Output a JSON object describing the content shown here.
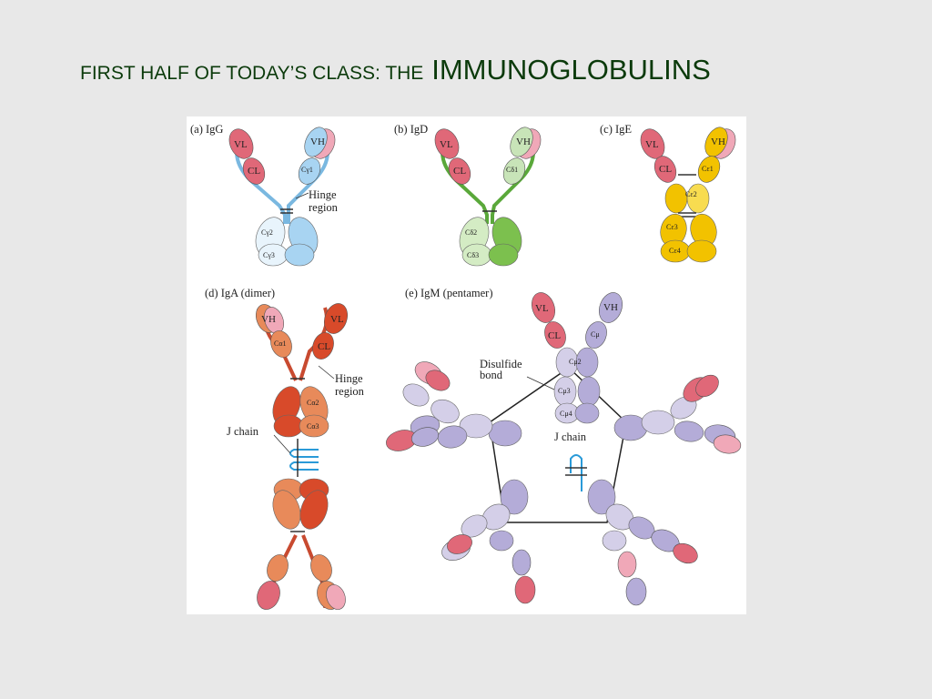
{
  "slide": {
    "title_prefix": "FIRST HALF OF TODAY’S CLASS:  THE",
    "title_main": "IMMUNOGLOBULINS",
    "title_color": "#0b3a0b"
  },
  "figure": {
    "panels": {
      "a": {
        "caption": "(a) IgG",
        "domains": [
          "VL",
          "CL",
          "VH",
          "Cγ1",
          "Cγ2",
          "Cγ3"
        ],
        "hinge": [
          "Hinge",
          "region"
        ],
        "heavy_color": "#a8d4f2",
        "light_color": "#e06878"
      },
      "b": {
        "caption": "(b) IgD",
        "domains": [
          "VL",
          "CL",
          "VH",
          "Cδ1",
          "Cδ2",
          "Cδ3"
        ],
        "heavy_color": "#7cc04e",
        "light_color": "#e06878"
      },
      "c": {
        "caption": "(c) IgE",
        "domains": [
          "VL",
          "CL",
          "VH",
          "Cε1",
          "Cε2",
          "Cε3",
          "Cε4"
        ],
        "heavy_color": "#f2c200",
        "light_color": "#e06878"
      },
      "d": {
        "caption": "(d) IgA (dimer)",
        "domains": [
          "VH",
          "Cα1",
          "VL",
          "CL",
          "Cα2",
          "Cα3"
        ],
        "hinge": [
          "Hinge",
          "region"
        ],
        "j_chain": "J chain",
        "heavy_color": "#d84a2a",
        "light_color": "#e88a5a"
      },
      "e": {
        "caption": "(e) IgM (pentamer)",
        "domains": [
          "VL",
          "CL",
          "VH",
          "Cμ",
          "Cμ2",
          "Cμ3",
          "Cμ4"
        ],
        "disulfide": [
          "Disulfide",
          "bond"
        ],
        "j_chain": "J chain",
        "heavy_color": "#b4acd8",
        "light_color": "#e06878"
      }
    }
  }
}
